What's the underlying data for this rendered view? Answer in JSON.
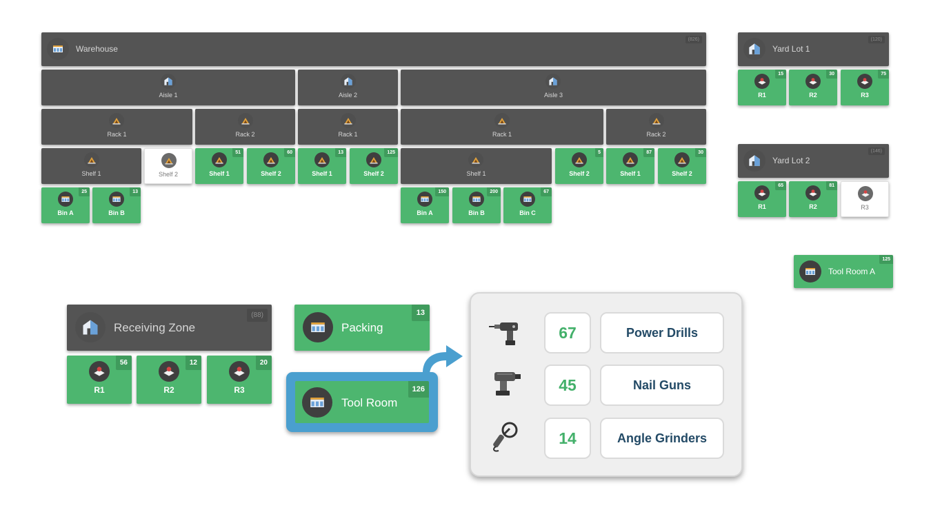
{
  "warehouse": {
    "title": "Warehouse",
    "count": "(826)",
    "aisles": [
      "Aisle 1",
      "Aisle 2",
      "Aisle 3"
    ],
    "racks": [
      "Rack 1",
      "Rack 2",
      "Rack 1",
      "Rack 1",
      "Rack 2"
    ],
    "shelves": [
      {
        "label": "Shelf 1",
        "count": ""
      },
      {
        "label": "Shelf 2",
        "count": ""
      },
      {
        "label": "Shelf 1",
        "count": "51"
      },
      {
        "label": "Shelf 2",
        "count": "60"
      },
      {
        "label": "Shelf 1",
        "count": "13"
      },
      {
        "label": "Shelf 2",
        "count": "125"
      },
      {
        "label": "Shelf 1",
        "count": ""
      },
      {
        "label": "Shelf 2",
        "count": "5"
      },
      {
        "label": "Shelf 1",
        "count": "87"
      },
      {
        "label": "Shelf 2",
        "count": "30"
      }
    ],
    "bins": [
      {
        "label": "Bin A",
        "count": "25"
      },
      {
        "label": "Bin B",
        "count": "13"
      },
      {
        "label": "Bin A",
        "count": "150"
      },
      {
        "label": "Bin B",
        "count": "200"
      },
      {
        "label": "Bin C",
        "count": "67"
      }
    ]
  },
  "yard_lot_1": {
    "title": "Yard Lot 1",
    "count": "(120)",
    "rows": [
      {
        "label": "R1",
        "count": "15"
      },
      {
        "label": "R2",
        "count": "30"
      },
      {
        "label": "R3",
        "count": "75"
      }
    ]
  },
  "yard_lot_2": {
    "title": "Yard Lot 2",
    "count": "(146)",
    "rows": [
      {
        "label": "R1",
        "count": "65"
      },
      {
        "label": "R2",
        "count": "81"
      },
      {
        "label": "R3",
        "count": ""
      }
    ]
  },
  "tool_room_a": {
    "title": "Tool Room A",
    "count": "125"
  },
  "receiving_zone": {
    "title": "Receiving Zone",
    "count": "(88)",
    "rows": [
      {
        "label": "R1",
        "count": "56"
      },
      {
        "label": "R2",
        "count": "12"
      },
      {
        "label": "R3",
        "count": "20"
      }
    ]
  },
  "packing": {
    "title": "Packing",
    "count": "13"
  },
  "tool_room": {
    "title": "Tool Room",
    "count": "126"
  },
  "inventory": [
    {
      "count": "67",
      "name": "Power Drills",
      "icon": "power-drill-icon"
    },
    {
      "count": "45",
      "name": "Nail Guns",
      "icon": "nail-gun-icon"
    },
    {
      "count": "14",
      "name": "Angle Grinders",
      "icon": "angle-grinder-icon"
    }
  ],
  "colors": {
    "dark_tile": "#545454",
    "green_tile": "#4db66f",
    "highlight": "#4a9fcf",
    "count_green": "#43b06a",
    "name_blue": "#234a66"
  }
}
